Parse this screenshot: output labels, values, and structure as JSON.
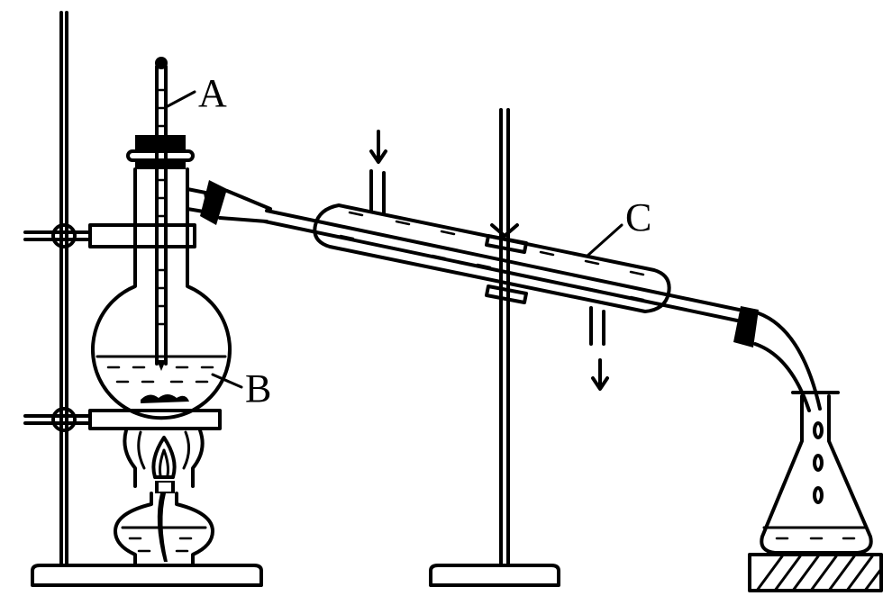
{
  "labels": {
    "thermometer": "A",
    "flask": "B",
    "condenser": "C"
  },
  "colors": {
    "ink": "#000000",
    "background": "#ffffff"
  }
}
